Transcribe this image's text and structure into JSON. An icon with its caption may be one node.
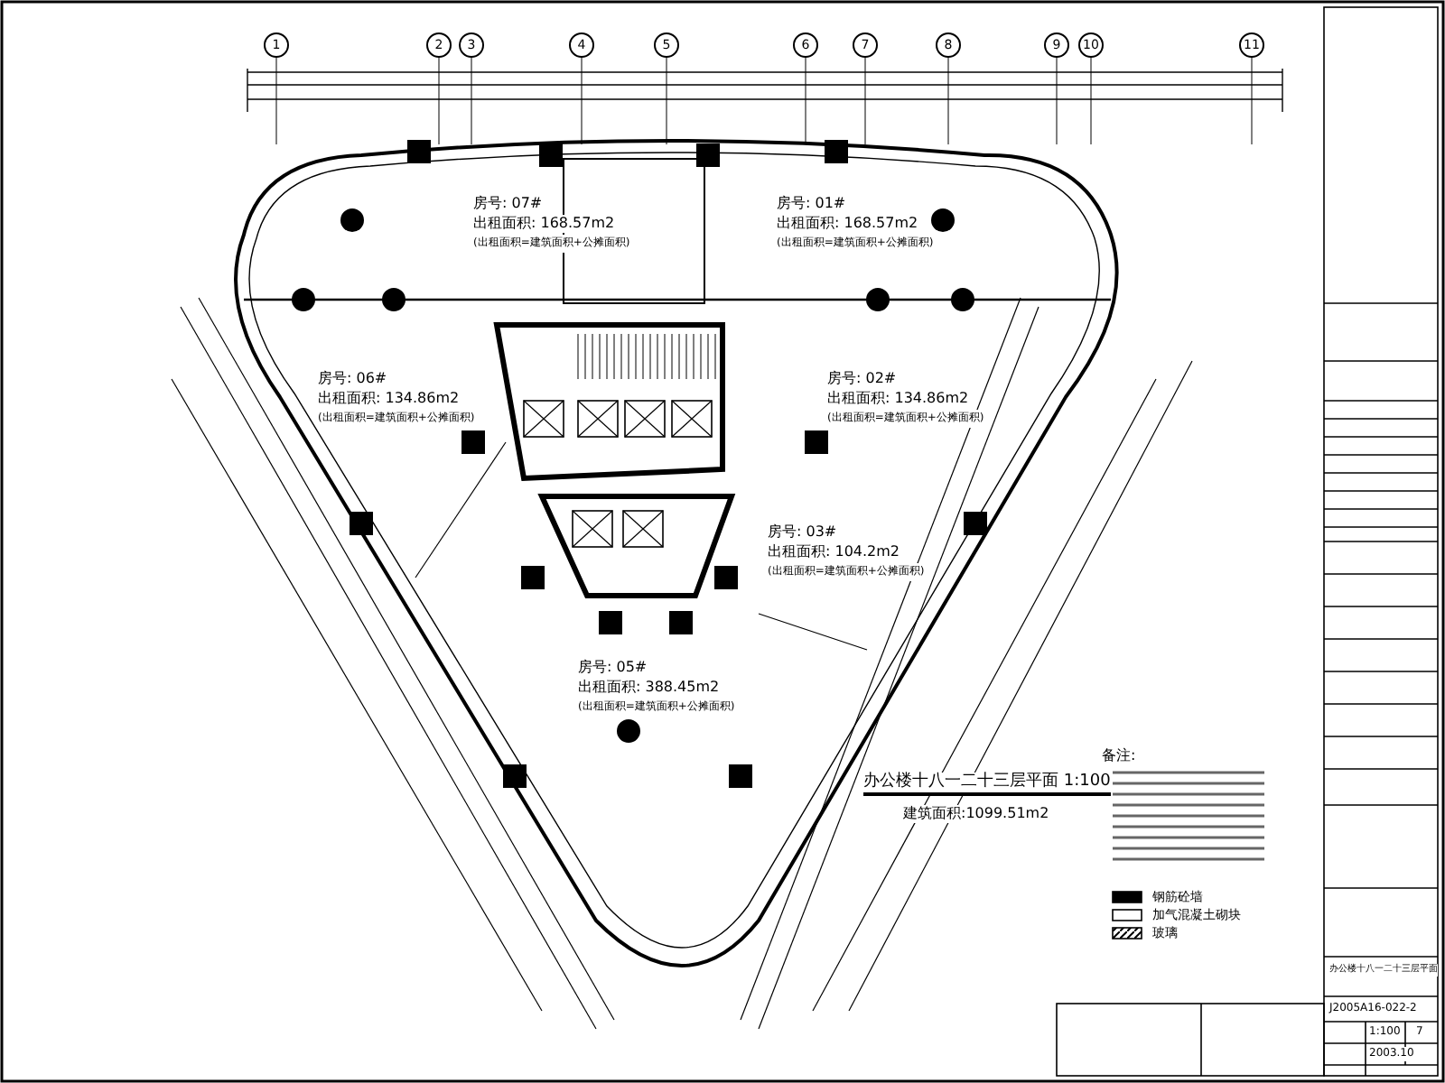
{
  "diagram": {
    "title": "办公楼十八一二十三层平面 1:100",
    "nodes": [
      {
        "text": [
          "1"
        ]
      },
      {
        "text": [
          "2"
        ]
      },
      {
        "text": [
          "3"
        ]
      },
      {
        "text": [
          "4"
        ]
      },
      {
        "text": [
          "5"
        ]
      },
      {
        "text": [
          "6"
        ]
      },
      {
        "text": [
          "7"
        ]
      },
      {
        "text": [
          "8"
        ]
      },
      {
        "text": [
          "9"
        ]
      },
      {
        "text": [
          "10"
        ]
      },
      {
        "text": [
          "11"
        ]
      }
    ],
    "labels": [
      "房号: 07#",
      "出租面积: 168.57m2",
      "(出租面积=建筑面积+公摊面积)",
      "房号: 01#",
      "出租面积: 168.57m2",
      "(出租面积=建筑面积+公摊面积)",
      "房号: 06#",
      "出租面积: 134.86m2",
      "(出租面积=建筑面积+公摊面积)",
      "房号: 02#",
      "出租面积: 134.86m2",
      "(出租面积=建筑面积+公摊面积)",
      "房号: 03#",
      "出租面积: 104.2m2",
      "(出租面积=建筑面积+公摊面积)",
      "房号: 05#",
      "出租面积: 388.45m2",
      "(出租面积=建筑面积+公摊面积)",
      "建筑面积:1099.51m2",
      "备注:",
      "办公楼十八一二十三层平面",
      "J2005A16-022-2",
      "1:100",
      "7",
      "2003.10"
    ],
    "legend": [
      {
        "text": "钢筋砼墙",
        "color": "#000000"
      },
      {
        "text": "加气混凝土砌块"
      },
      {
        "text": "玻璃"
      }
    ]
  }
}
